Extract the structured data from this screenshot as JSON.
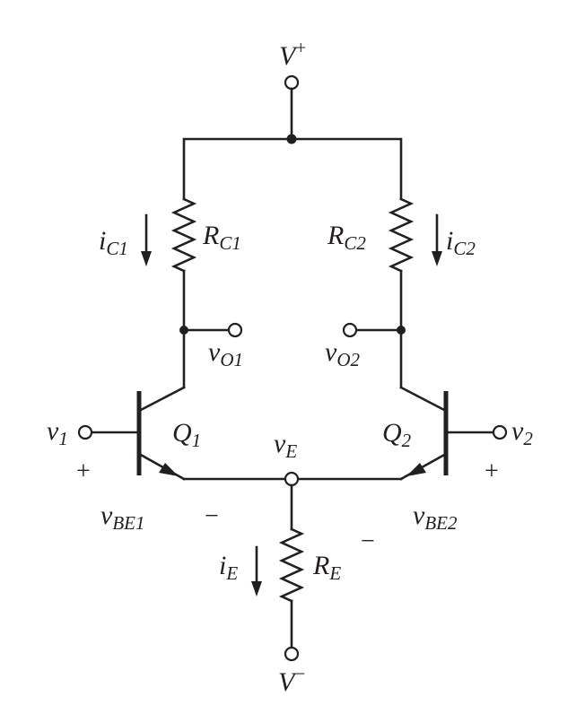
{
  "supply": {
    "positive": {
      "base": "V",
      "sup": "+"
    },
    "negative": {
      "base": "V",
      "sup": "−"
    }
  },
  "resistors": {
    "rc1": {
      "base": "R",
      "sub": "C1"
    },
    "rc2": {
      "base": "R",
      "sub": "C2"
    },
    "re": {
      "base": "R",
      "sub": "E"
    }
  },
  "currents": {
    "ic1": {
      "base": "i",
      "sub": "C1"
    },
    "ic2": {
      "base": "i",
      "sub": "C2"
    },
    "ie": {
      "base": "i",
      "sub": "E"
    }
  },
  "outputs": {
    "vo1": {
      "base": "v",
      "sub": "O1"
    },
    "vo2": {
      "base": "v",
      "sub": "O2"
    }
  },
  "inputs": {
    "v1": {
      "base": "v",
      "sub": "1"
    },
    "v2": {
      "base": "v",
      "sub": "2"
    }
  },
  "transistors": {
    "q1": {
      "base": "Q",
      "sub": "1"
    },
    "q2": {
      "base": "Q",
      "sub": "2"
    }
  },
  "node_ve": {
    "base": "v",
    "sub": "E"
  },
  "vbe1": {
    "base": "v",
    "sub": "BE1",
    "plus": "+",
    "minus": "−"
  },
  "vbe2": {
    "base": "v",
    "sub": "BE2",
    "plus": "+",
    "minus": "−"
  }
}
